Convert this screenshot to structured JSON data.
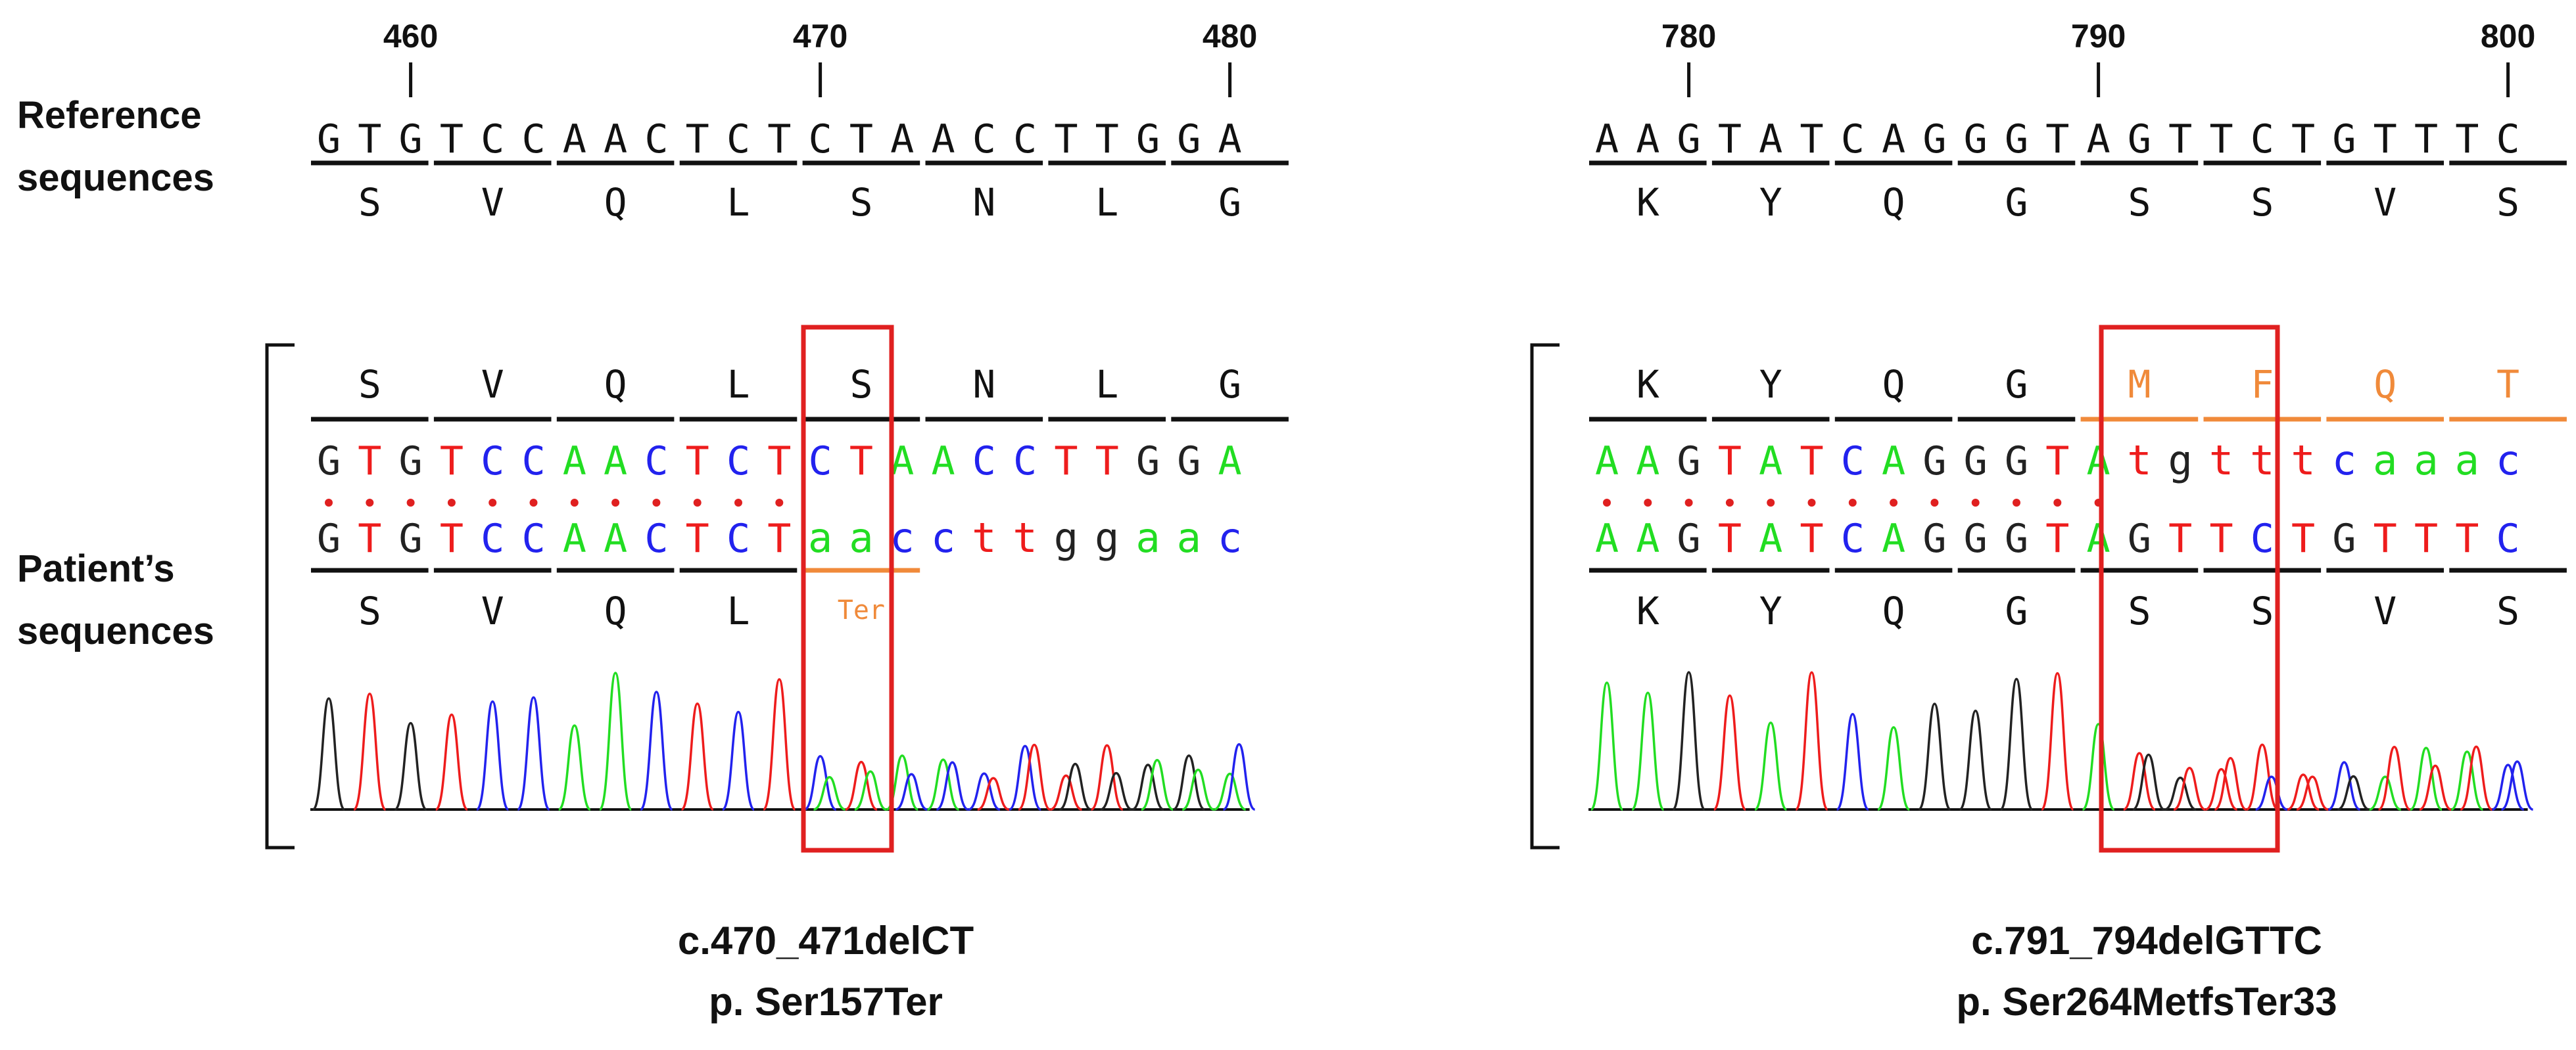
{
  "labels": {
    "reference": [
      "Reference",
      "sequences"
    ],
    "patient": [
      "Patient’s",
      "sequences"
    ]
  },
  "colors": {
    "A": "#22dd22",
    "T": "#ee1c1c",
    "G": "#222222",
    "C": "#2222ee",
    "mutant": "#f08a3a",
    "box": "#e02020",
    "dot": "#e02020",
    "text": "#111111"
  },
  "panels": [
    {
      "id": "left",
      "ticks": [
        {
          "label": "460"
        },
        {
          "label": "470"
        },
        {
          "label": "480"
        }
      ],
      "reference_seq": "GTGTCCAACTCTCTAACCTTGGA",
      "reference_aa": [
        "S",
        "V",
        "Q",
        "L",
        "S",
        "N",
        "L",
        "G"
      ],
      "patient_top_aa": [
        "S",
        "V",
        "Q",
        "L",
        "S",
        "N",
        "L",
        "G"
      ],
      "patient_top_aa_mutant": [],
      "patient_seq1": "GTGTCCAACTCTCTAACCTTGGA",
      "patient_seq2": "GTGTCCAACTCTaaccttggaac",
      "dot_count": 12,
      "patient_bottom_aa": [
        "S",
        "V",
        "Q",
        "L",
        "Ter"
      ],
      "patient_bottom_mutant": [
        "Ter"
      ],
      "caption": [
        "c.470_471delCT",
        "p. Ser157Ter"
      ]
    },
    {
      "id": "right",
      "ticks": [
        {
          "label": "780"
        },
        {
          "label": "790"
        },
        {
          "label": "800"
        }
      ],
      "reference_seq": "AAGTATCAGGGTAGTTCTGTTTC",
      "reference_aa": [
        "K",
        "Y",
        "Q",
        "G",
        "S",
        "S",
        "V",
        "S"
      ],
      "patient_top_aa": [
        "K",
        "Y",
        "Q",
        "G",
        "M",
        "F",
        "Q",
        "T"
      ],
      "patient_top_aa_mutant": [
        "M",
        "F",
        "Q",
        "T"
      ],
      "patient_seq1": "AAGTATCAGGGTAtgtttcaaac",
      "patient_seq2": "AAGTATCAGGGTAGTTCTGTTTC",
      "dot_count": 13,
      "patient_bottom_aa": [
        "K",
        "Y",
        "Q",
        "G",
        "S",
        "S",
        "V",
        "S"
      ],
      "patient_bottom_mutant": [],
      "caption": [
        "c.791_794delGTTC",
        "p. Ser264MetfsTer33"
      ]
    }
  ]
}
